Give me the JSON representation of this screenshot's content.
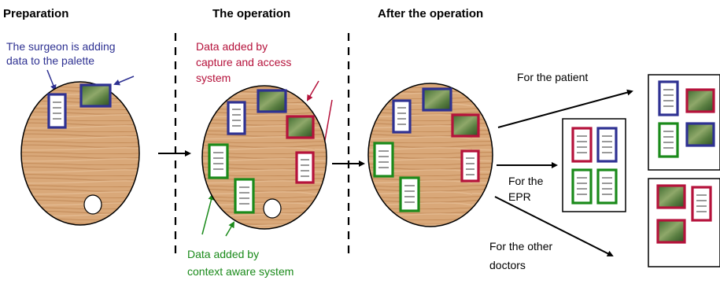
{
  "headers": {
    "preparation": "Preparation",
    "operation": "The operation",
    "after": "After the operation"
  },
  "annotations": {
    "surgeon": [
      "The surgeon is adding",
      "data to the palette"
    ],
    "capture": [
      "Data added by",
      "capture and access",
      "system"
    ],
    "context": [
      "Data added by",
      "context aware system"
    ]
  },
  "outputs": {
    "patient": [
      "For the patient"
    ],
    "epr": [
      "For the",
      "EPR"
    ],
    "doctors": [
      "For the other",
      "doctors"
    ]
  },
  "colors": {
    "surgeon_data": "#2e3192",
    "capture_data": "#b5123b",
    "context_data": "#1a8a1a",
    "palette_fill": "#d7a578",
    "palette_grain": "#c08a58"
  }
}
